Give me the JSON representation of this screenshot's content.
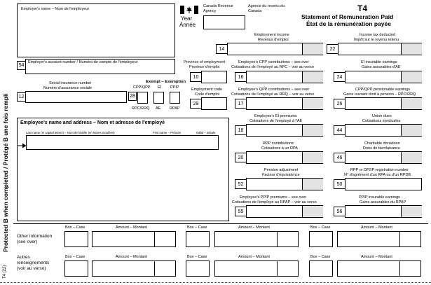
{
  "header": {
    "employer_name_label": "Employer's name – Nom de l'employeur",
    "agency_en": "Canada Revenue Agency",
    "agency_fr": "Agence du revenu du Canada",
    "year_en": "Year",
    "year_fr": "Année",
    "form_code": "T4",
    "title_en": "Statement of Remuneration Paid",
    "title_fr": "État de la rémunération payée"
  },
  "sidebar": {
    "protected": "Protected B when completed / Protégé B une fois rempli",
    "version": "T4 (22)"
  },
  "fields": {
    "b54": {
      "num": "54",
      "label": "Employer's account number / Numéro de compte de l'employeur"
    },
    "b12": {
      "num": "12",
      "label1": "Social insurance number",
      "label2": "Numéro d'assurance sociale"
    },
    "b28": {
      "num": "28",
      "exempt": "Exempt – Exemption",
      "cpp": "CPP/QPP",
      "ei": "EI",
      "ppip": "PPIP",
      "rpc": "RPC/RRQ",
      "ae": "AE",
      "rpap": "RPAP"
    },
    "b10": {
      "num": "10",
      "label1": "Province of employment",
      "label2": "Province d'emploi"
    },
    "b29": {
      "num": "29",
      "label1": "Employment code",
      "label2": "Code d'emploi"
    },
    "b14": {
      "num": "14",
      "label1": "Employment income",
      "label2": "Revenus d'emploi"
    },
    "b16": {
      "num": "16",
      "label1": "Employee's CPP contributions – see over",
      "label2": "Cotisations de l'employé au RPC – voir au verso"
    },
    "b17": {
      "num": "17",
      "label1": "Employee's QPP contributions – see over",
      "label2": "Cotisations de l'employé au RRQ – voir au verso"
    },
    "b18": {
      "num": "18",
      "label1": "Employee's EI premiums",
      "label2": "Cotisations de l'employé à l'AE"
    },
    "b20": {
      "num": "20",
      "label1": "RPP contributions",
      "label2": "Cotisations à un RPA"
    },
    "b52": {
      "num": "52",
      "label1": "Pension adjustment",
      "label2": "Facteur d'équivalence"
    },
    "b55": {
      "num": "55",
      "label1": "Employee's PPIP premiums – see over",
      "label2": "Cotisations de l'employé au RPAP – voir au verso"
    },
    "b22": {
      "num": "22",
      "label1": "Income tax deducted",
      "label2": "Impôt sur le revenu retenu"
    },
    "b24": {
      "num": "24",
      "label1": "EI insurable earnings",
      "label2": "Gains assurables d'AE"
    },
    "b26": {
      "num": "26",
      "label1": "CPP/QPP pensionable earnings",
      "label2": "Gains ouvrant droit à pension – RPC/RRQ"
    },
    "b44": {
      "num": "44",
      "label1": "Union dues",
      "label2": "Cotisations syndicales"
    },
    "b46": {
      "num": "46",
      "label1": "Charitable donations",
      "label2": "Dons de bienfaisance"
    },
    "b50": {
      "num": "50",
      "label1": "RPP or DPSP registration number",
      "label2": "N° d'agrément d'un RPA ou d'un RPDB"
    },
    "b56": {
      "num": "56",
      "label1": "PPIP insurable earnings",
      "label2": "Gains assurables du RPAP"
    }
  },
  "employee": {
    "heading": "Employee's name and address – Nom et adresse de l'employé",
    "last_name": "Last name (in capital letters) – Nom de famille (en lettres moulées)",
    "first_name": "First name – Prénom",
    "initial": "Initial – Initiale"
  },
  "other": {
    "label_en1": "Other information",
    "label_en2": "(see over)",
    "label_fr1": "Autres",
    "label_fr2": "renseignements",
    "label_fr3": "(voir au verso)",
    "box_label": "Box – Case",
    "amount_label": "Amount – Montant"
  }
}
